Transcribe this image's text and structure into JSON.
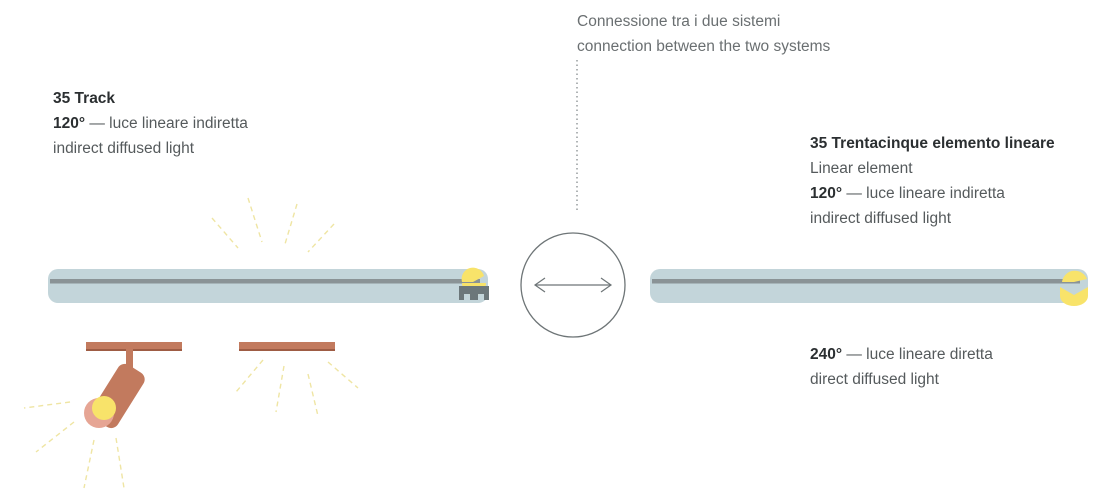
{
  "connection": {
    "line1": "Connessione tra i due sistemi",
    "line2": "connection between the two systems"
  },
  "track": {
    "title": "35 Track",
    "angle": "120°",
    "desc_it": " — luce lineare indiretta",
    "desc_en": "indirect diffused light"
  },
  "linear": {
    "title": "35 Trentacinque elemento lineare",
    "subtitle": "Linear element",
    "angle": "120°",
    "desc_it": " — luce lineare indiretta",
    "desc_en": "indirect diffused light"
  },
  "direct": {
    "angle": "240°",
    "desc_it": " — luce lineare diretta",
    "desc_en": "direct diffused light"
  },
  "colors": {
    "profile": "#c3d5da",
    "track_stripe": "#8a9396",
    "light_yellow": "#f8e36a",
    "spot_copper": "#c27a5e",
    "spot_lens": "#e6a594",
    "ray_yellow": "#efe5a3",
    "connector": "#6c777a"
  },
  "icons": {
    "connection": "double-arrow-icon"
  }
}
